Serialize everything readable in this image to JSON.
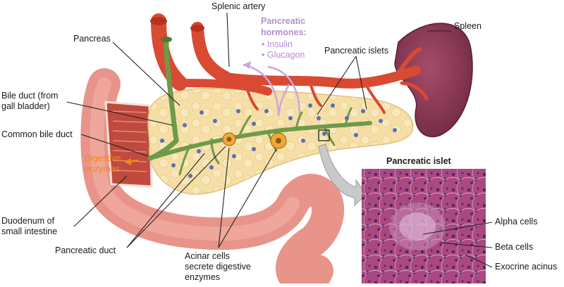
{
  "labels": {
    "splenic_artery": "Splenic artery",
    "pancreatic_hormones": "Pancreatic hormones:",
    "hormone_insulin": "• Insulin",
    "hormone_glucagon": "• Glucagon",
    "spleen": "Spleen",
    "pancreas": "Pancreas",
    "pancreatic_islets": "Pancreatic islets",
    "bile_duct_line1": "Bile duct (from",
    "bile_duct_line2": "gall bladder)",
    "common_bile_duct": "Common bile duct",
    "digestive_enzymes_line1": "Digestive",
    "digestive_enzymes_line2": "enzymes",
    "duodenum_line1": "Duodenum of",
    "duodenum_line2": "small intestine",
    "pancreatic_duct": "Pancreatic duct",
    "acinar_line1": "Acinar cells",
    "acinar_line2": "secrete digestive",
    "acinar_line3": "enzymes",
    "pancreatic_islet_title": "Pancreatic islet",
    "alpha_cells": "Alpha cells",
    "beta_cells": "Beta cells",
    "exocrine_acinus": "Exocrine acinus"
  },
  "colors": {
    "artery": "#d94a33",
    "pancreas": "#f6dfa6",
    "duct": "#6e9a4a",
    "spleen": "#8c3a55",
    "duodenum": "#e8948a",
    "islet_dot": "#5b6fb5",
    "hormone_label": "#b48fce",
    "enzyme_label": "#f08a1a",
    "histology": "#a8477f"
  }
}
